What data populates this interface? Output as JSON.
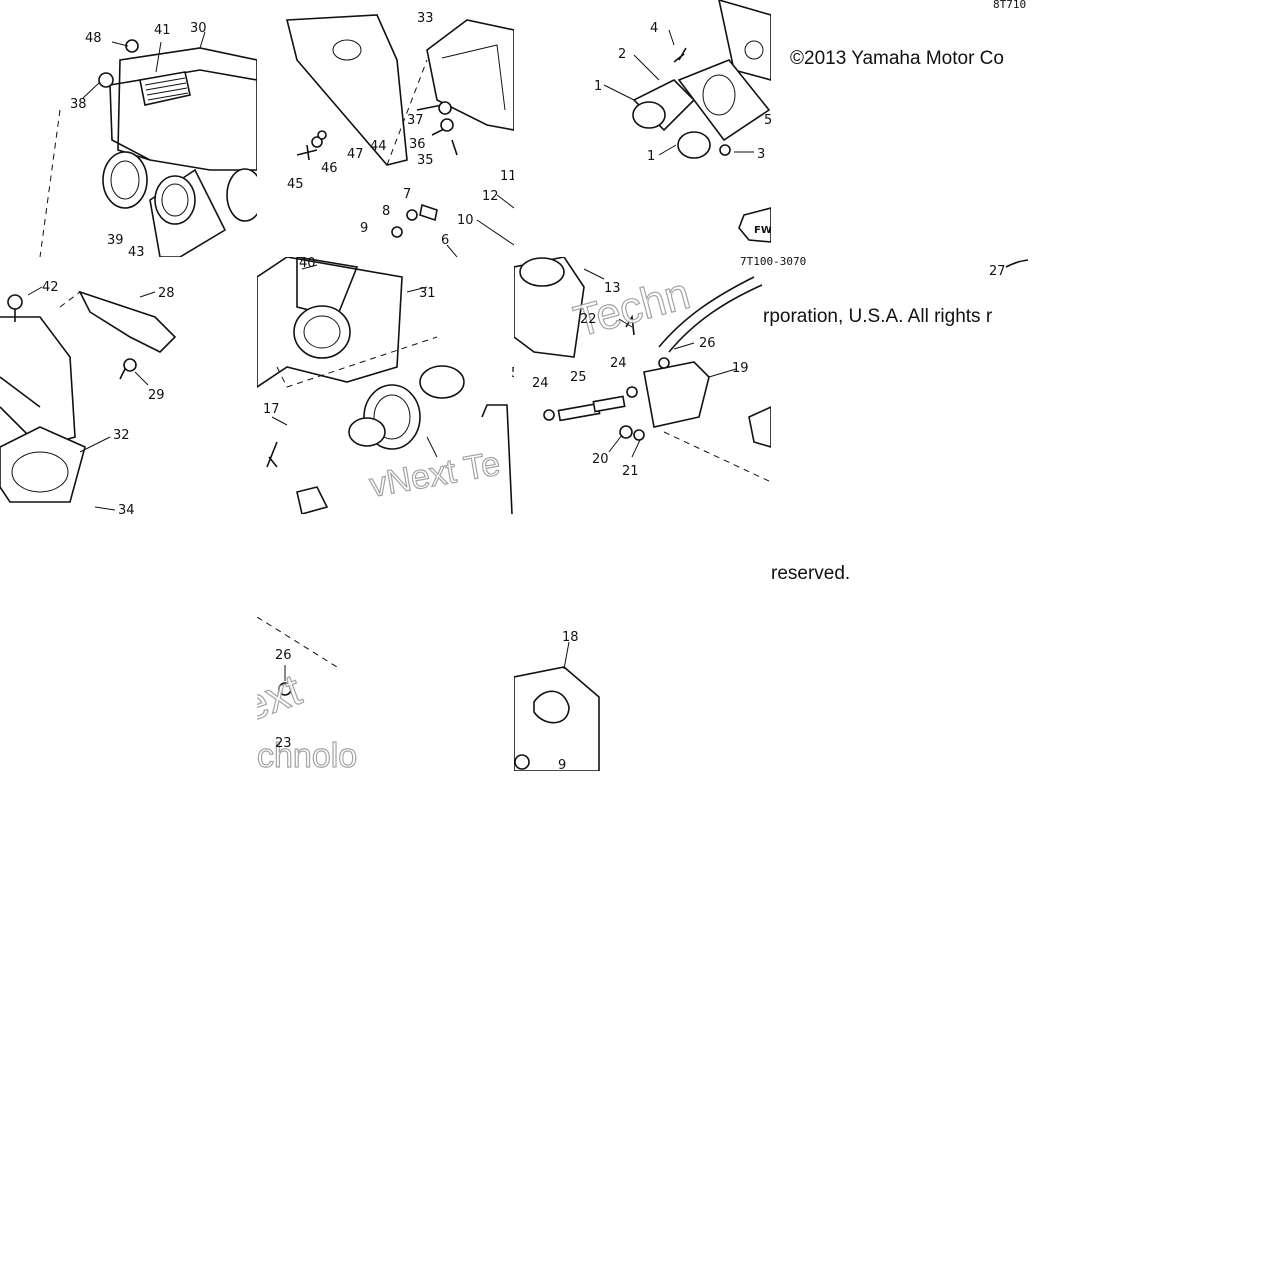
{
  "copyright": {
    "line1": "©2013 Yamaha Motor Co",
    "line2": "rporation, U.S.A. All rights r",
    "line3": "reserved."
  },
  "codes": {
    "top_right": "8T710",
    "mid": "7T100-3070"
  },
  "watermark": {
    "w1": "Techn",
    "w2": "vNext Te",
    "w3": "ext",
    "w4": "chnolo"
  },
  "arrow_label": "FW",
  "callouts": {
    "tile1": [
      "48",
      "41",
      "30",
      "38",
      "39",
      "43"
    ],
    "tile2": [
      "33",
      "37",
      "36",
      "35",
      "44",
      "47",
      "46",
      "45",
      "7",
      "8",
      "9",
      "6",
      "10",
      "12",
      "11"
    ],
    "tile3": [
      "4",
      "2",
      "1",
      "1",
      "3",
      "5"
    ],
    "tile4": [
      "42",
      "28",
      "29",
      "32",
      "34"
    ],
    "tile5": [
      "40",
      "31",
      "17",
      "5"
    ],
    "tile6": [
      "13",
      "22",
      "26",
      "24",
      "24",
      "25",
      "19",
      "20",
      "21"
    ],
    "tile7": [
      "27"
    ],
    "tile8": [
      "26",
      "23"
    ],
    "tile9": [
      "18",
      "9"
    ]
  }
}
